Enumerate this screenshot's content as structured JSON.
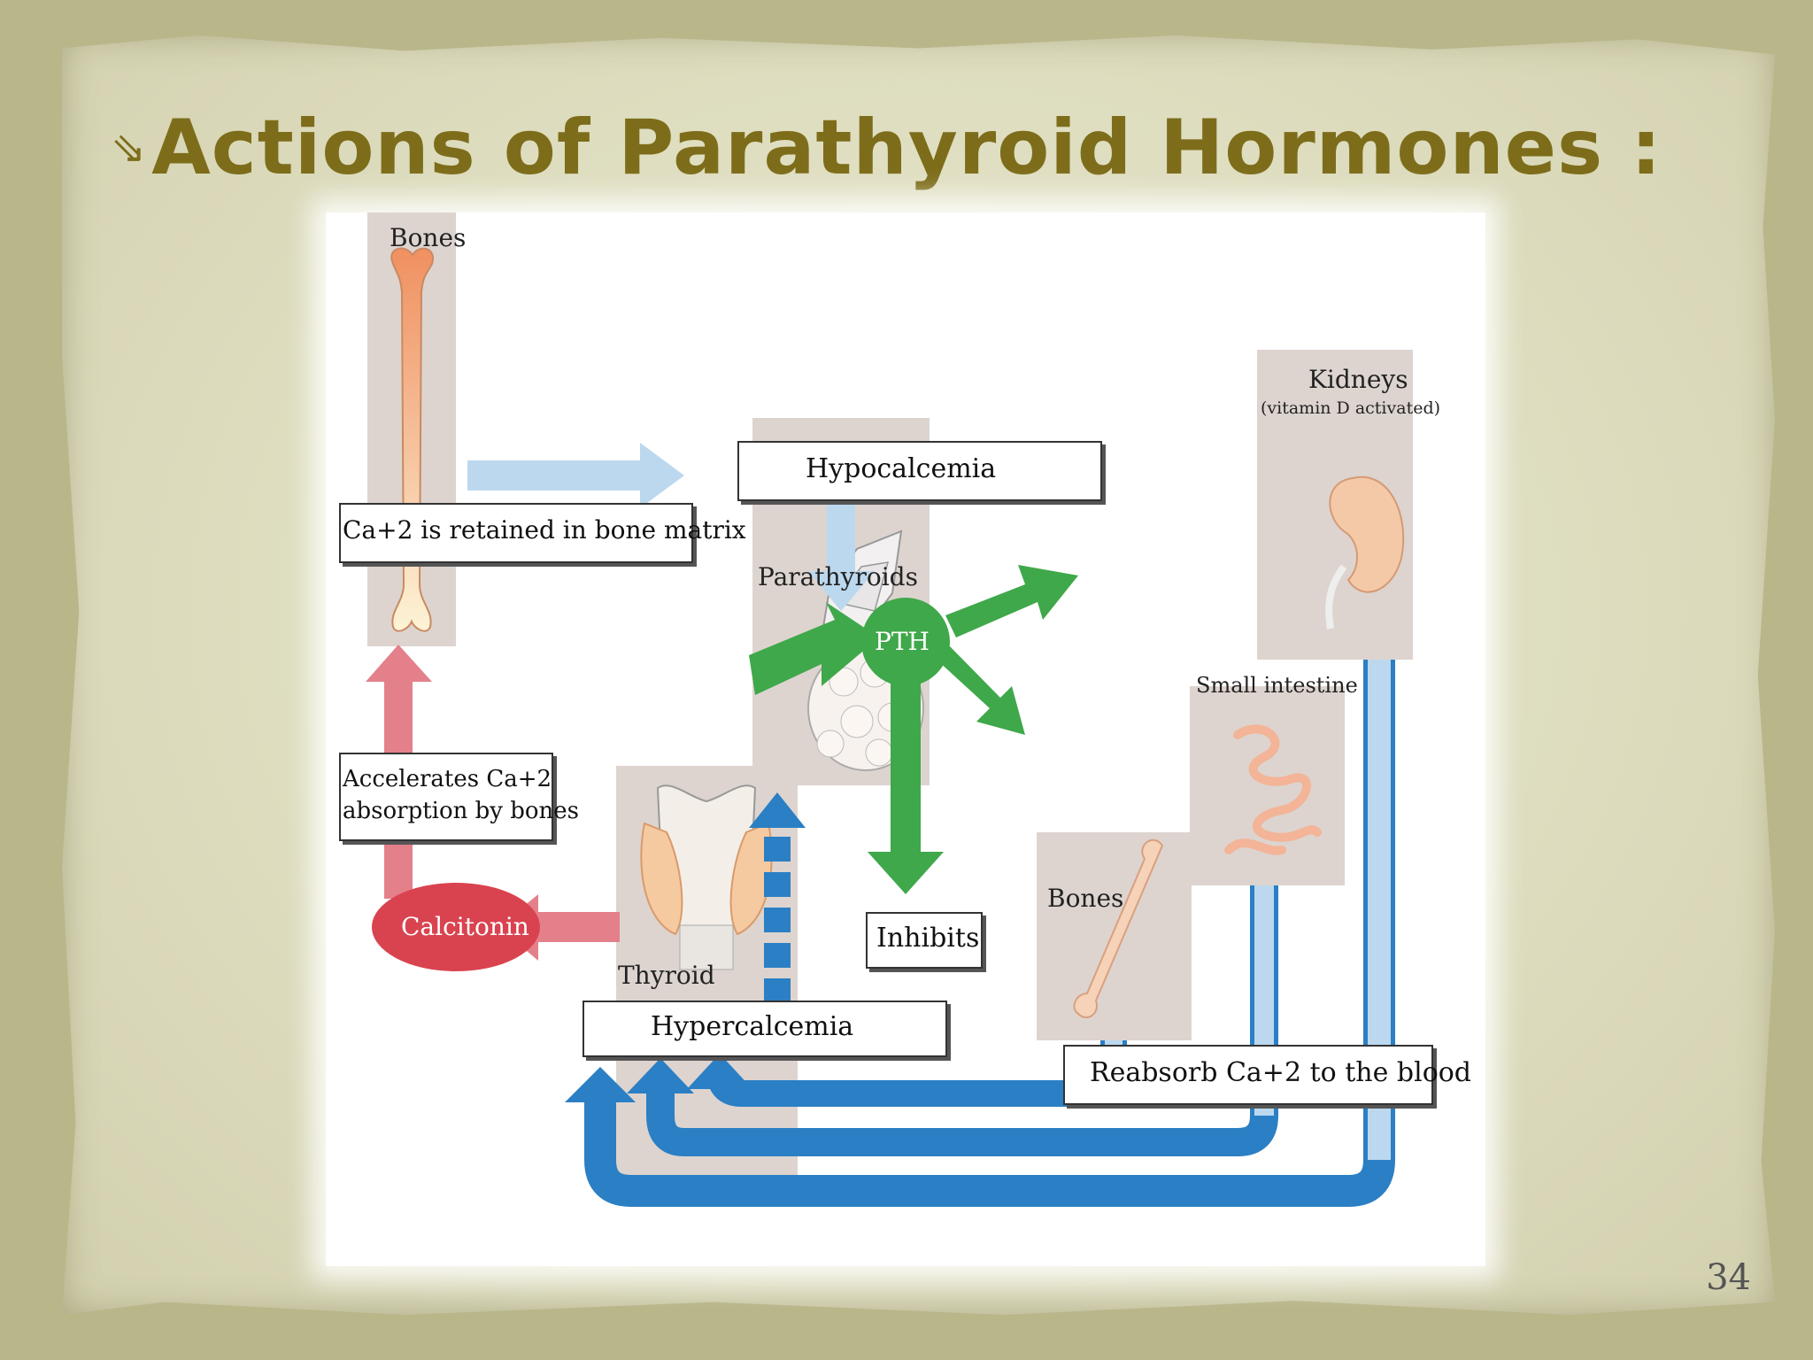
{
  "slide": {
    "bullet": "⇘",
    "title": "Actions of Parathyroid Hormones :",
    "page_number": "34"
  },
  "diagram": {
    "bones_top": "Bones",
    "retained_box": "Ca+2 is retained in bone matrix",
    "accelerates_line1": "Accelerates Ca+2",
    "accelerates_line2": "absorption by bones",
    "calcitonin": "Calcitonin",
    "thyroid": "Thyroid",
    "hypocalcemia": "Hypocalcemia",
    "parathyroids": "Parathyroids",
    "hypercalcemia": "Hypercalcemia",
    "inhibits": "Inhibits",
    "pth": "PTH",
    "kidneys": "Kidneys",
    "kidneys_note": "(vitamin D activated)",
    "small_intestine": "Small intestine",
    "bones_right": "Bones",
    "reabsorb_box": "Reabsorb Ca+2 to the blood"
  },
  "colors": {
    "title": "#7d6d1a",
    "pth_green": "#3fa84a",
    "calcitonin_red": "#d9434f",
    "blue_dark": "#2b7fc4",
    "blue_light": "#bcd8ef"
  }
}
